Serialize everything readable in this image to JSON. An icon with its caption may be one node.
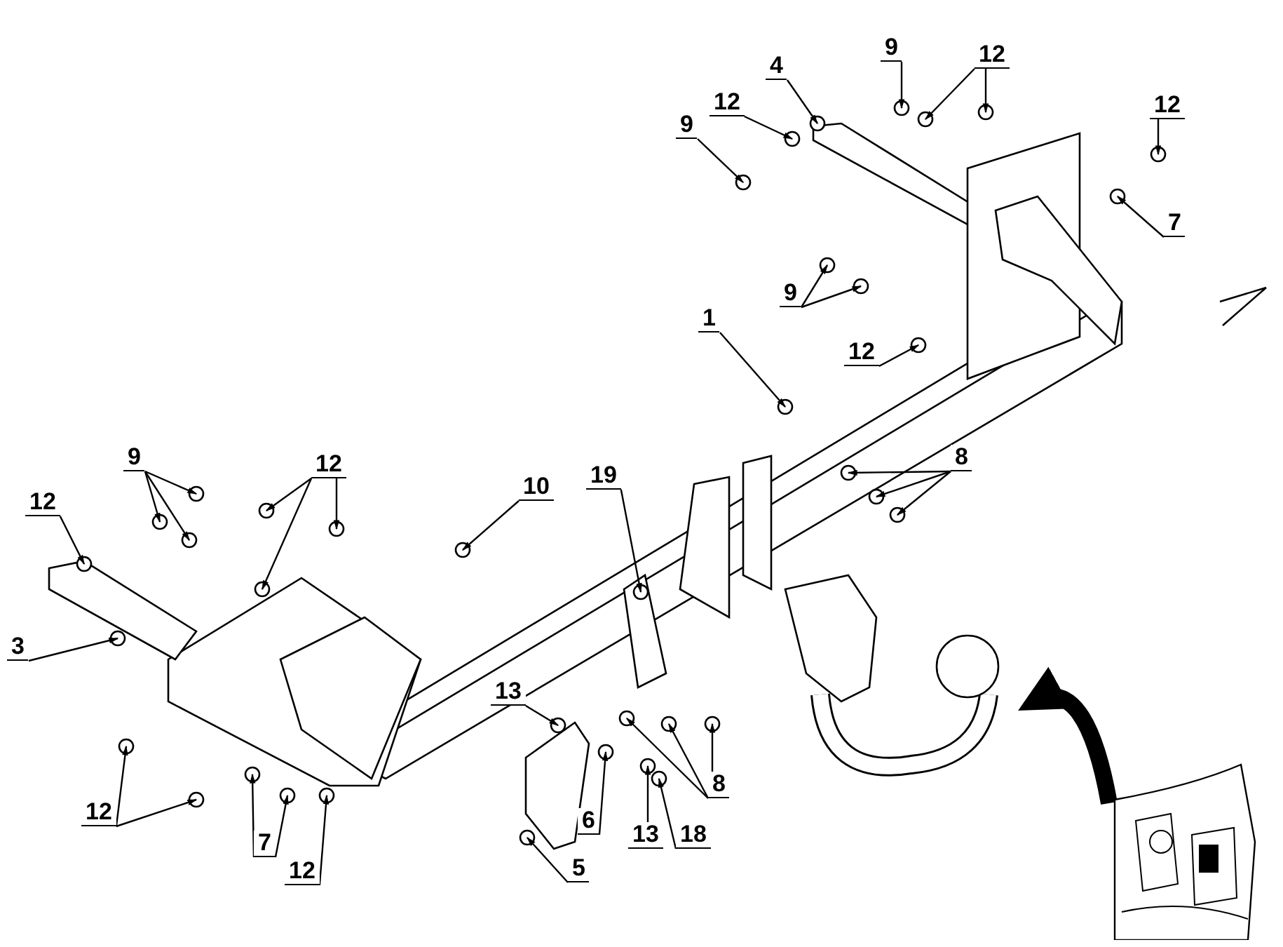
{
  "diagram": {
    "nodes": [
      {
        "text": [
          "4"
        ]
      },
      {
        "text": [
          "9"
        ]
      },
      {
        "text": [
          "12"
        ]
      },
      {
        "text": [
          "12"
        ]
      },
      {
        "text": [
          "9"
        ]
      },
      {
        "text": [
          "12"
        ]
      },
      {
        "text": [
          "7"
        ]
      },
      {
        "text": [
          "9"
        ]
      },
      {
        "text": [
          "12"
        ]
      },
      {
        "text": [
          "1"
        ]
      },
      {
        "text": [
          "12"
        ]
      },
      {
        "text": [
          "9"
        ]
      },
      {
        "text": [
          "12"
        ]
      },
      {
        "text": [
          "10"
        ]
      },
      {
        "text": [
          "19"
        ]
      },
      {
        "text": [
          "8"
        ]
      },
      {
        "text": [
          "3"
        ]
      },
      {
        "text": [
          "13"
        ]
      },
      {
        "text": [
          "8"
        ]
      },
      {
        "text": [
          "6"
        ]
      },
      {
        "text": [
          "13"
        ]
      },
      {
        "text": [
          "18"
        ]
      },
      {
        "text": [
          "5"
        ]
      },
      {
        "text": [
          "12"
        ]
      },
      {
        "text": [
          "7"
        ]
      },
      {
        "text": [
          "12"
        ]
      },
      {
        "text": [],
        "shape": "picture"
      }
    ],
    "edges": [
      {
        "from": 0,
        "to": null,
        "arrow": "to"
      },
      {
        "from": 1,
        "to": null,
        "arrow": "to"
      },
      {
        "from": 2,
        "to": null,
        "arrow": "to"
      },
      {
        "from": 2,
        "to": null,
        "arrow": "to"
      },
      {
        "from": 3,
        "to": null,
        "arrow": "to"
      },
      {
        "from": 4,
        "to": null,
        "arrow": "to"
      },
      {
        "from": 5,
        "to": null,
        "arrow": "to"
      },
      {
        "from": 6,
        "to": null,
        "arrow": "to"
      },
      {
        "from": 7,
        "to": null,
        "arrow": "to"
      },
      {
        "from": 7,
        "to": null,
        "arrow": "to"
      },
      {
        "from": 8,
        "to": null,
        "arrow": "to"
      },
      {
        "from": 9,
        "to": null,
        "arrow": "to"
      },
      {
        "from": 10,
        "to": null,
        "arrow": "to"
      },
      {
        "from": 10,
        "to": null,
        "arrow": "to"
      },
      {
        "from": 10,
        "to": null,
        "arrow": "to"
      },
      {
        "from": 11,
        "to": null,
        "arrow": "to"
      },
      {
        "from": 11,
        "to": null,
        "arrow": "to"
      },
      {
        "from": 11,
        "to": null,
        "arrow": "to"
      },
      {
        "from": 12,
        "to": null,
        "arrow": "to"
      },
      {
        "from": 13,
        "to": null,
        "arrow": "to"
      },
      {
        "from": 14,
        "to": null,
        "arrow": "to"
      },
      {
        "from": 15,
        "to": null,
        "arrow": "to"
      },
      {
        "from": 15,
        "to": null,
        "arrow": "to"
      },
      {
        "from": 15,
        "to": null,
        "arrow": "to"
      },
      {
        "from": 16,
        "to": null,
        "arrow": "to"
      },
      {
        "from": 17,
        "to": null,
        "arrow": "to"
      },
      {
        "from": 18,
        "to": null,
        "arrow": "to"
      },
      {
        "from": 18,
        "to": null,
        "arrow": "to"
      },
      {
        "from": 18,
        "to": null,
        "arrow": "to"
      },
      {
        "from": 19,
        "to": null,
        "arrow": "to"
      },
      {
        "from": 20,
        "to": null,
        "arrow": "to"
      },
      {
        "from": 21,
        "to": null,
        "arrow": "to"
      },
      {
        "from": 22,
        "to": null,
        "arrow": "to"
      },
      {
        "from": 23,
        "to": null,
        "arrow": "to"
      },
      {
        "from": 23,
        "to": null,
        "arrow": "to"
      },
      {
        "from": 24,
        "to": null,
        "arrow": "to"
      },
      {
        "from": 24,
        "to": null,
        "arrow": "to"
      },
      {
        "from": 25,
        "to": null,
        "arrow": "to"
      },
      {
        "from": 26,
        "to": null,
        "arrow": "to",
        "style": "thick"
      }
    ]
  }
}
